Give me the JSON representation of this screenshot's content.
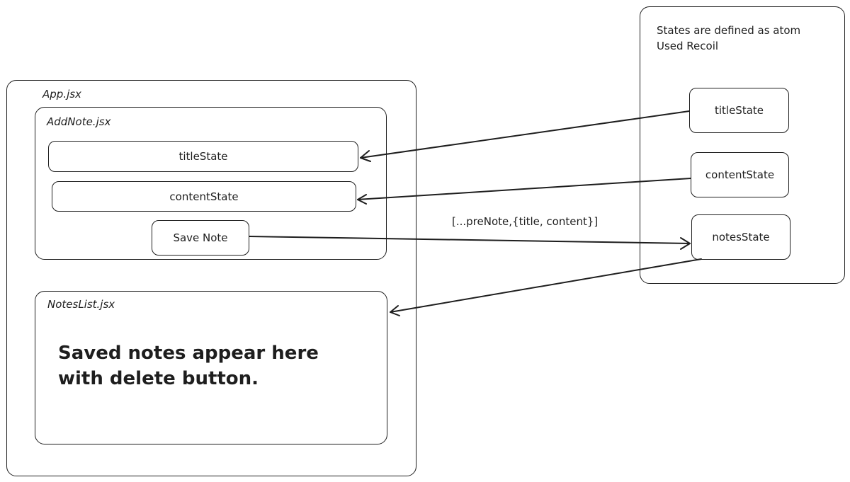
{
  "app": {
    "title": "App.jsx"
  },
  "add_note": {
    "title": "AddNote.jsx",
    "title_field": "titleState",
    "content_field": "contentState",
    "save_button": "Save Note"
  },
  "notes_list": {
    "title": "NotesList.jsx",
    "message_line1": "Saved notes appear here",
    "message_line2": "with delete button."
  },
  "states": {
    "note_line1": "States are defined as atom",
    "note_line2": "Used Recoil",
    "title_state": "titleState",
    "content_state": "contentState",
    "notes_state": "notesState"
  },
  "arrow_label": "[...preNote,{title, content}]"
}
